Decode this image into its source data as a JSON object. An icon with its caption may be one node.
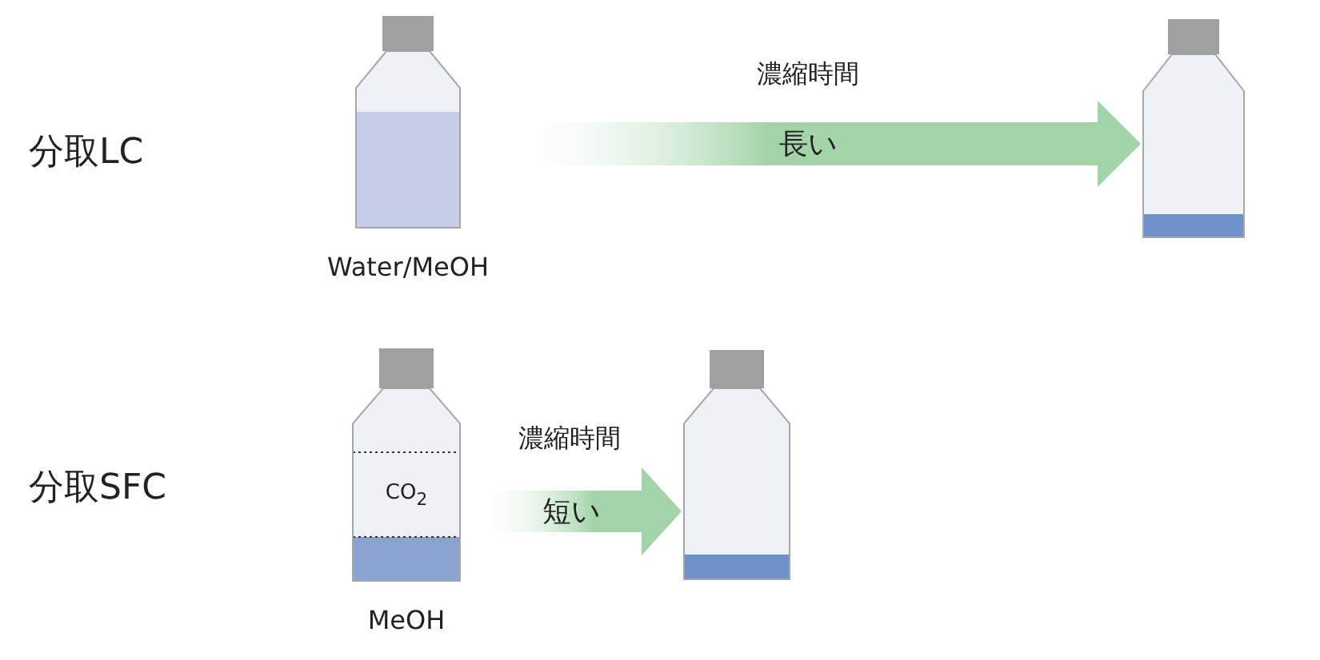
{
  "diagram": {
    "nodes": [
      {
        "text": [],
        "shape": "bottle",
        "beside": [
          "Water/MeOH"
        ]
      },
      {
        "text": [],
        "shape": "bottle"
      },
      {
        "text": [
          "CO$_{2}$"
        ],
        "beside": [
          "MeOH"
        ]
      },
      {
        "text": [],
        "shape": "bottle"
      }
    ],
    "edges": [
      {
        "from": 0,
        "to": 1,
        "arrow": "to",
        "label": "長い"
      },
      {
        "from": 2,
        "to": 3,
        "arrow": "to",
        "label": "短い"
      }
    ],
    "labels": [
      "分取LC",
      "濃縮時間",
      "分取SFC",
      "濃縮時間"
    ]
  }
}
